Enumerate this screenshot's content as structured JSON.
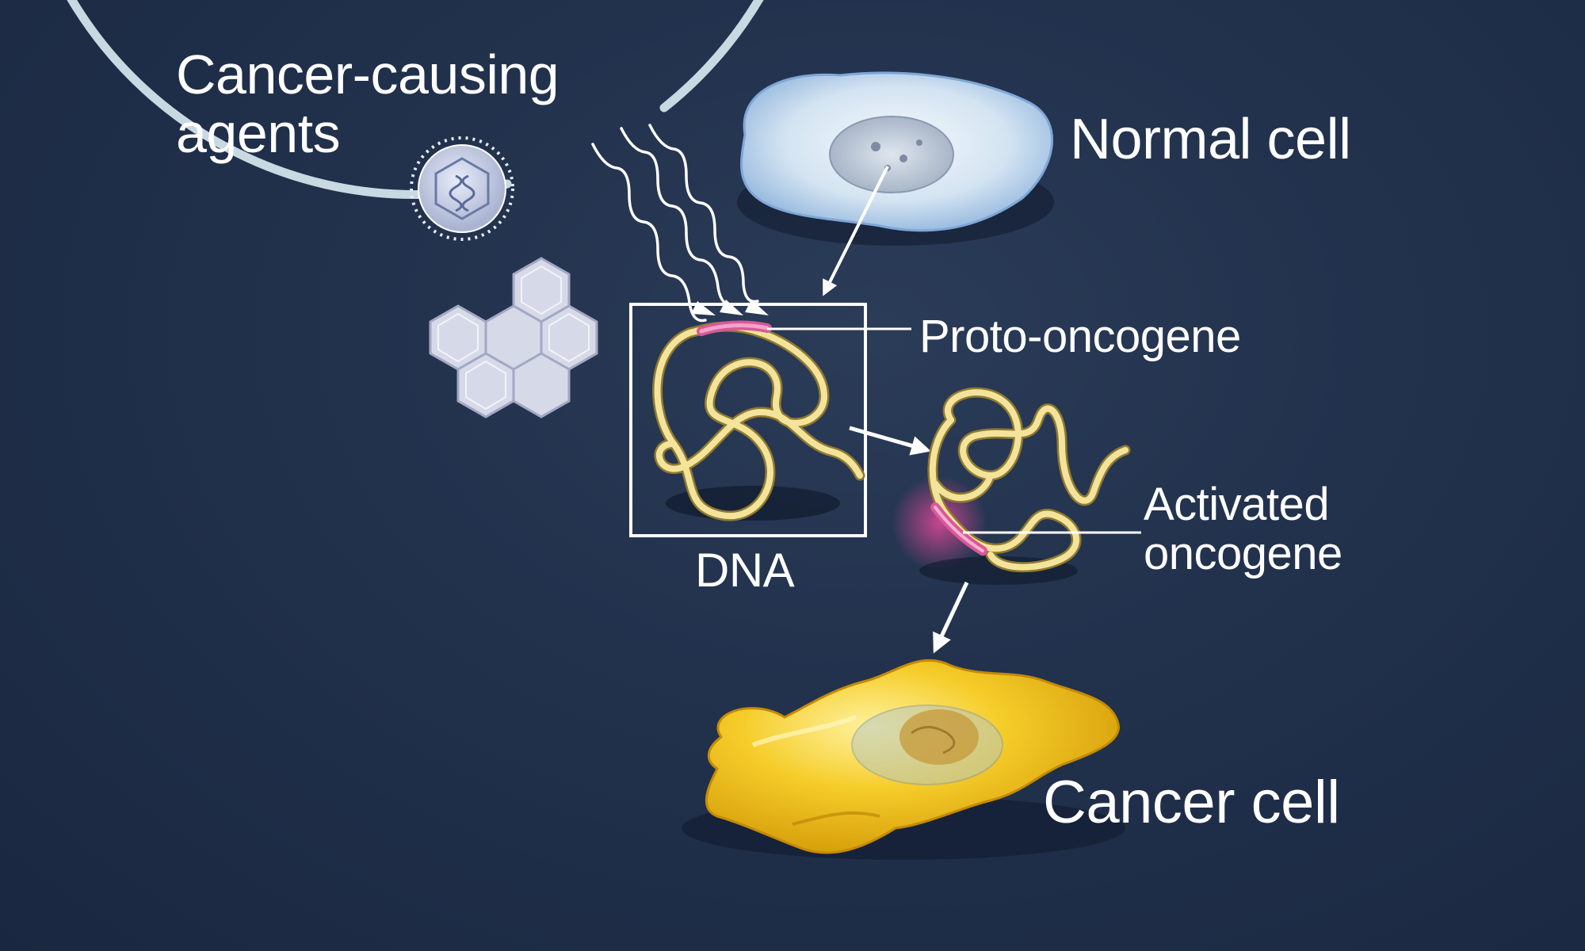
{
  "labels": {
    "agents_line1": "Cancer-causing",
    "agents_line2": "agents",
    "normal_cell": "Normal cell",
    "proto_oncogene": "Proto-oncogene",
    "activated_line1": "Activated",
    "activated_line2": "oncogene",
    "dna": "DNA",
    "cancer_cell": "Cancer cell"
  },
  "colors": {
    "background": "#1e2c44",
    "cycle_ring": "#c9d9e2",
    "dna_strand": "#f3e08a",
    "gene_highlight": "#d9589a",
    "normal_cell": "#c8def0",
    "cancer_cell": "#f0c020",
    "molecule": "#cfd2e2"
  },
  "icons": [
    "virus-particle-icon",
    "hydrocarbon-molecule-icon",
    "radiation-waves-icon"
  ]
}
